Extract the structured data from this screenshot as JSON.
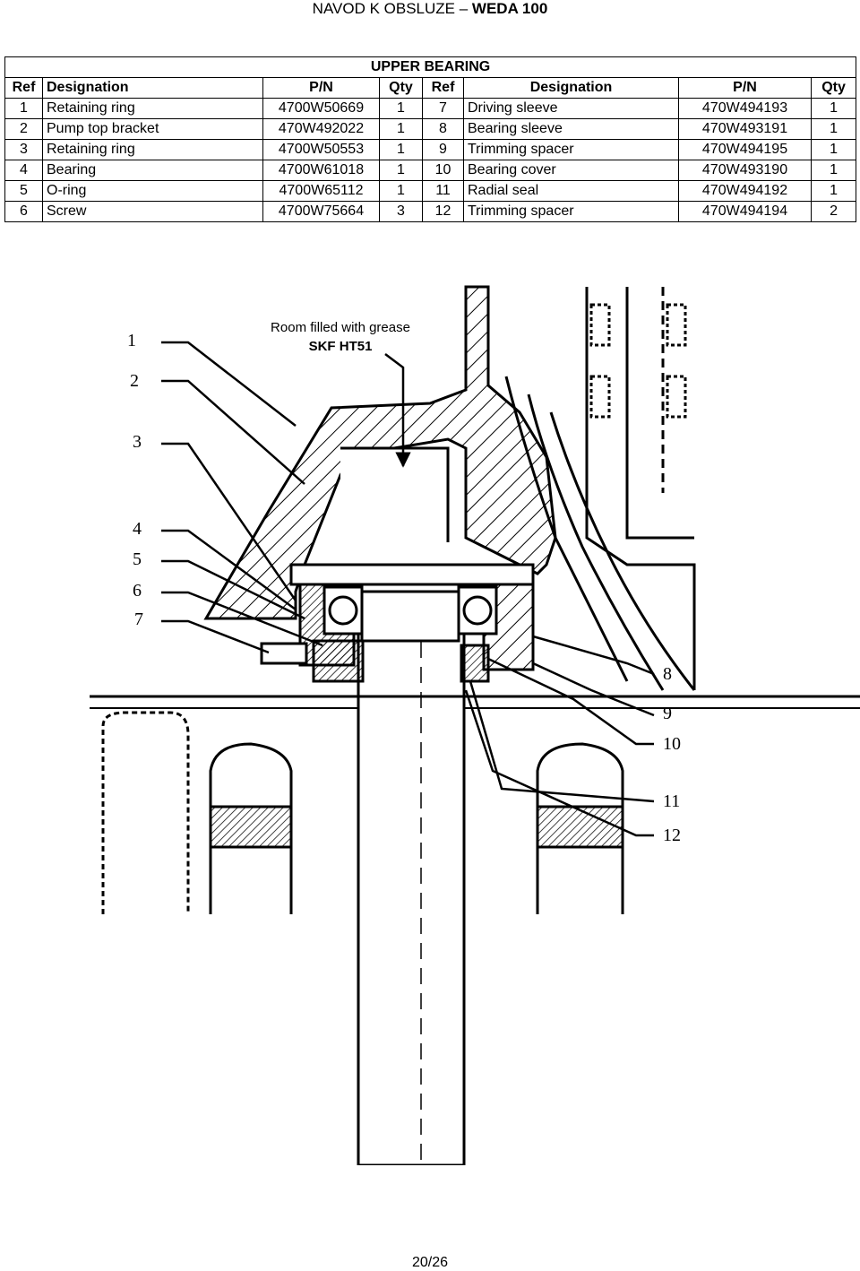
{
  "header": {
    "prefix": "NAVOD K OBSLUZE – ",
    "product": "WEDA 100"
  },
  "table": {
    "title": "UPPER BEARING",
    "columns": [
      "Ref",
      "Designation",
      "P/N",
      "Qty",
      "Ref",
      "Designation",
      "P/N",
      "Qty"
    ],
    "rows": [
      [
        "1",
        "Retaining ring",
        "4700W50669",
        "1",
        "7",
        "Driving sleeve",
        "470W494193",
        "1"
      ],
      [
        "2",
        "Pump top bracket",
        "470W492022",
        "1",
        "8",
        "Bearing sleeve",
        "470W493191",
        "1"
      ],
      [
        "3",
        "Retaining ring",
        "4700W50553",
        "1",
        "9",
        "Trimming spacer",
        "470W494195",
        "1"
      ],
      [
        "4",
        "Bearing",
        "4700W61018",
        "1",
        "10",
        "Bearing cover",
        "470W493190",
        "1"
      ],
      [
        "5",
        "O-ring",
        "4700W65112",
        "1",
        "11",
        "Radial seal",
        "470W494192",
        "1"
      ],
      [
        "6",
        "Screw",
        "4700W75664",
        "3",
        "12",
        "Trimming spacer",
        "470W494194",
        "2"
      ]
    ]
  },
  "drawing": {
    "note_line1": "Room filled with grease",
    "note_line2": "SKF HT51",
    "callouts_left": [
      "1",
      "2",
      "3",
      "4",
      "5",
      "6",
      "7"
    ],
    "callouts_right": [
      "8",
      "9",
      "10",
      "11",
      "12"
    ]
  },
  "footer": {
    "page": "20/26"
  }
}
